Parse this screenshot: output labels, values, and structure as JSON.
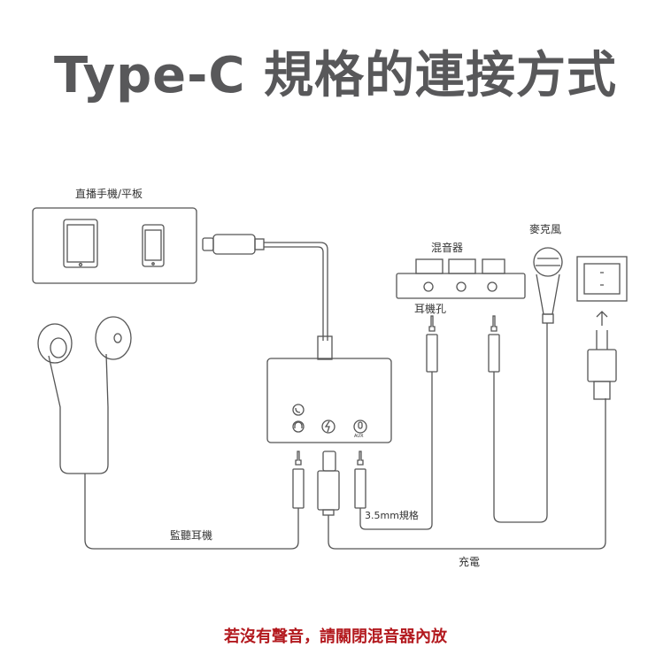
{
  "title": "Type-C 規格的連接方式",
  "labels": {
    "device": "直播手機/平板",
    "mixer": "混音器",
    "mic": "麥克風",
    "headphone_jack": "耳機孔",
    "spec": "3.5mm規格",
    "monitor": "監聽耳機",
    "charge": "充電",
    "aux": "AUX"
  },
  "footer": "若沒有聲音，請關閉混音器內放",
  "colors": {
    "title": "#58585a",
    "footer": "#b3191e",
    "line": "#555555"
  }
}
